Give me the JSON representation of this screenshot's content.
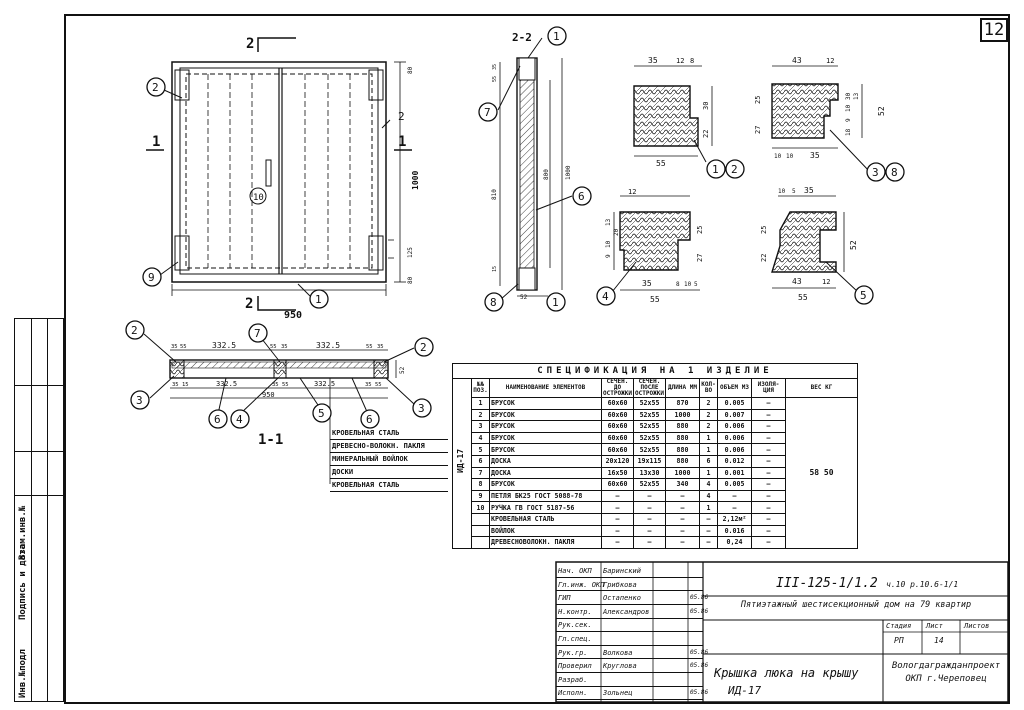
{
  "sheet_number": "12",
  "side_labels": [
    "Инв.№подл",
    "Подпись и дата",
    "Взам.инв.№"
  ],
  "callouts": {
    "front": [
      "2",
      "2",
      "10",
      "9",
      "1"
    ],
    "section22": [
      "1",
      "7",
      "6",
      "8",
      "1"
    ],
    "details": [
      "1",
      "2",
      "3",
      "8",
      "4",
      "5"
    ],
    "section11": [
      "2",
      "7",
      "2",
      "3",
      "6",
      "4",
      "5",
      "6",
      "3"
    ]
  },
  "view_labels": {
    "section_2_top": "2",
    "section_2_bottom": "2",
    "section_1_left": "1",
    "section_1_right": "1",
    "section_22": "2-2",
    "section_11": "1-1"
  },
  "dims": {
    "front_width": "950",
    "front_height": "1000",
    "front_small": [
      "80",
      "125",
      "80"
    ],
    "s22": [
      "800",
      "1000",
      "810",
      "52",
      "35",
      "55",
      "15"
    ],
    "d1": [
      "35",
      "12",
      "8",
      "30",
      "22",
      "55"
    ],
    "d2": [
      "43",
      "12",
      "25",
      "27",
      "30",
      "13",
      "52",
      "10",
      "9",
      "18",
      "10",
      "10",
      "35"
    ],
    "d3": [
      "12",
      "13",
      "20",
      "10",
      "9",
      "27",
      "25",
      "35",
      "8",
      "10",
      "5",
      "55"
    ],
    "d4": [
      "10",
      "5",
      "35",
      "52",
      "25",
      "22",
      "43",
      "12",
      "55"
    ],
    "s11": [
      "35",
      "55",
      "332.5",
      "55",
      "35",
      "332.5",
      "55",
      "35",
      "52",
      "35",
      "15",
      "332.5",
      "35",
      "55",
      "332.5",
      "35",
      "55",
      "950"
    ]
  },
  "layers": [
    "КРОВЕЛЬНАЯ СТАЛЬ",
    "ДРЕВЕСНО-ВОЛОКН. ПАКЛЯ",
    "МИНЕРАЛЬНЫЙ ВОЙЛОК",
    "ДОСКИ",
    "КРОВЕЛЬНАЯ СТАЛЬ"
  ],
  "spec": {
    "title": "СПЕЦИФИКАЦИЯ НА 1 ИЗДЕЛИЕ",
    "side": "ИД-17",
    "headers": [
      "№№ ПОЗ.",
      "НАИМЕНОВАНИЕ ЭЛЕМЕНТОВ",
      "СЕЧЕН. ДО ОСТРОЖКИ",
      "СЕЧЕН. ПОСЛЕ ОСТРОЖКИ",
      "ДЛИНА ММ",
      "КОЛ-ВО",
      "ОБЪЕМ М3",
      "ИЗОЛЯ-ЦИЯ",
      "ВЕС КГ"
    ],
    "rows": [
      [
        "1",
        "БРУСОК",
        "60x60",
        "52x55",
        "870",
        "2",
        "0.005",
        "—"
      ],
      [
        "2",
        "БРУСОК",
        "60x60",
        "52x55",
        "1000",
        "2",
        "0.007",
        "—"
      ],
      [
        "3",
        "БРУСОК",
        "60x60",
        "52x55",
        "880",
        "2",
        "0.006",
        "—"
      ],
      [
        "4",
        "БРУСОК",
        "60x60",
        "52x55",
        "880",
        "1",
        "0.006",
        "—"
      ],
      [
        "5",
        "БРУСОК",
        "60x60",
        "52x55",
        "880",
        "1",
        "0.006",
        "—"
      ],
      [
        "6",
        "ДОСКА",
        "20x120",
        "19x115",
        "880",
        "6",
        "0.012",
        "—"
      ],
      [
        "7",
        "ДОСКА",
        "16x50",
        "13x30",
        "1000",
        "1",
        "0.001",
        "—"
      ],
      [
        "8",
        "БРУСОК",
        "60x60",
        "52x55",
        "340",
        "4",
        "0.005",
        "—"
      ],
      [
        "9",
        "ПЕТЛЯ БК25 ГОСТ 5088-78",
        "—",
        "—",
        "—",
        "4",
        "—",
        "—"
      ],
      [
        "10",
        "РУЧКА ГВ ГОСТ 5187-56",
        "—",
        "—",
        "—",
        "1",
        "—",
        "—"
      ],
      [
        "",
        "КРОВЕЛЬНАЯ СТАЛЬ",
        "—",
        "—",
        "—",
        "—",
        "2,12м²",
        "—"
      ],
      [
        "",
        "ВОЙЛОК",
        "—",
        "—",
        "—",
        "—",
        "0.016",
        "—"
      ],
      [
        "",
        "ДРЕВЕСНОВОЛОКН. ПАКЛЯ",
        "—",
        "—",
        "—",
        "—",
        "0,24",
        "—"
      ]
    ],
    "weight": "58 50"
  },
  "title_block": {
    "doc_code": "III-125-1/1.2",
    "doc_ref": "ч.10 р.10.6-1/1",
    "project": "Пятиэтажный шестисекционный дом на 79 квартир",
    "drawing_title": "Крышка люка на крышу",
    "drawing_code": "ИД-17",
    "stage_header": "Стадия",
    "sheet_header": "Лист",
    "sheets_header": "Листов",
    "stage": "РП",
    "sheet": "14",
    "org": "Вологдагражданпроект ОКП г.Череповец",
    "roles": [
      {
        "role": "Нач. ОКП",
        "name": "Баринский",
        "date": ""
      },
      {
        "role": "Гл.инж. ОКП",
        "name": "Грибкова",
        "date": ""
      },
      {
        "role": "ГИП",
        "name": "Остапенко",
        "date": "05.86"
      },
      {
        "role": "Н.контр.",
        "name": "Александров",
        "date": "05.86"
      },
      {
        "role": "Рук.сек.",
        "name": "",
        "date": ""
      },
      {
        "role": "Гл.спец.",
        "name": "",
        "date": ""
      },
      {
        "role": "Рук.гр.",
        "name": "Волкова",
        "date": "05.86"
      },
      {
        "role": "Проверил",
        "name": "Круглова",
        "date": "05.86"
      },
      {
        "role": "Разраб.",
        "name": "",
        "date": ""
      },
      {
        "role": "Исполн.",
        "name": "Зольнец",
        "date": "05.86"
      }
    ]
  }
}
